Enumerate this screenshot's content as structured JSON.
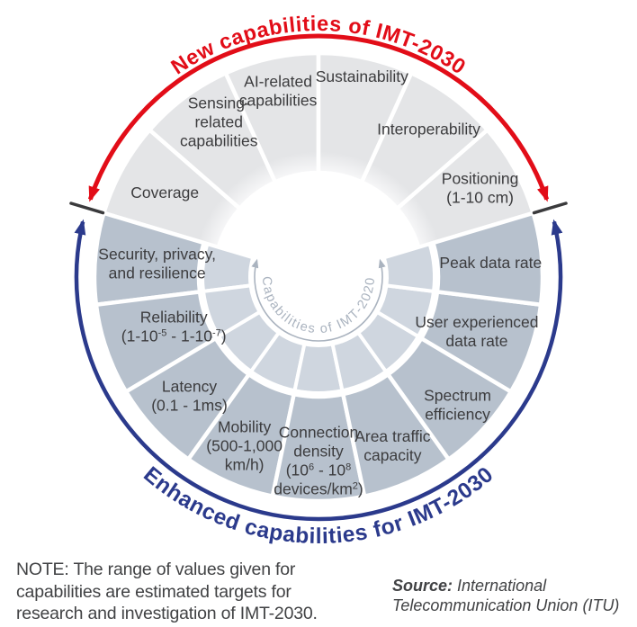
{
  "titles": {
    "top": "New capabilities of IMT-2030",
    "bottom": "Enhanced capabilities for IMT-2030"
  },
  "center_label": "Capabilities of IMT-2020",
  "new_capabilities": [
    {
      "name": "coverage",
      "lines": [
        "Coverage"
      ]
    },
    {
      "name": "sensing-related-capabilities",
      "lines": [
        "Sensing-",
        "related",
        "capabilities"
      ]
    },
    {
      "name": "ai-related-capabilities",
      "lines": [
        "AI-related",
        "capabilities"
      ]
    },
    {
      "name": "sustainability",
      "lines": [
        "Sustainability"
      ]
    },
    {
      "name": "interoperability",
      "lines": [
        "Interoperability"
      ]
    },
    {
      "name": "positioning",
      "lines": [
        "Positioning",
        "(1-10 cm)"
      ]
    }
  ],
  "enhanced_capabilities": [
    {
      "name": "security-privacy-resilience",
      "lines": [
        "Security, privacy,",
        "and resilience"
      ]
    },
    {
      "name": "reliability",
      "lines": [
        "Reliability",
        "(1-10^{-5} - 1-10^{-7})"
      ]
    },
    {
      "name": "latency",
      "lines": [
        "Latency",
        "(0.1 - 1ms)"
      ]
    },
    {
      "name": "mobility",
      "lines": [
        "Mobility",
        "(500-1,000",
        "km/h)"
      ]
    },
    {
      "name": "connection-density",
      "lines": [
        "Connection",
        "density",
        "(10^{6} - 10^{8}",
        "devices/km^{2})"
      ]
    },
    {
      "name": "area-traffic-capacity",
      "lines": [
        "Area traffic",
        "capacity"
      ]
    },
    {
      "name": "spectrum-efficiency",
      "lines": [
        "Spectrum",
        "efficiency"
      ]
    },
    {
      "name": "user-experienced-data-rate",
      "lines": [
        "User experienced",
        "data rate"
      ]
    },
    {
      "name": "peak-data-rate",
      "lines": [
        "Peak data rate"
      ]
    }
  ],
  "note": {
    "lines": [
      "NOTE: The range of values given for",
      "capabilities are estimated targets for",
      "research and investigation of IMT-2030."
    ]
  },
  "source": {
    "prefix": "Source:",
    "line1": "International",
    "line2": "Telecommunication Union (ITU)"
  },
  "colors": {
    "red": "#e20d18",
    "blue": "#2b3a8c",
    "top_wedge": "#e4e5e7",
    "bottom_outer_wedge": "#b7c1cd",
    "bottom_inner_wedge": "#cfd6df",
    "label_text": "#3c3c3e",
    "center_arc": "#aab3bf",
    "tick": "#3a3a3c",
    "note_text": "#414244"
  }
}
